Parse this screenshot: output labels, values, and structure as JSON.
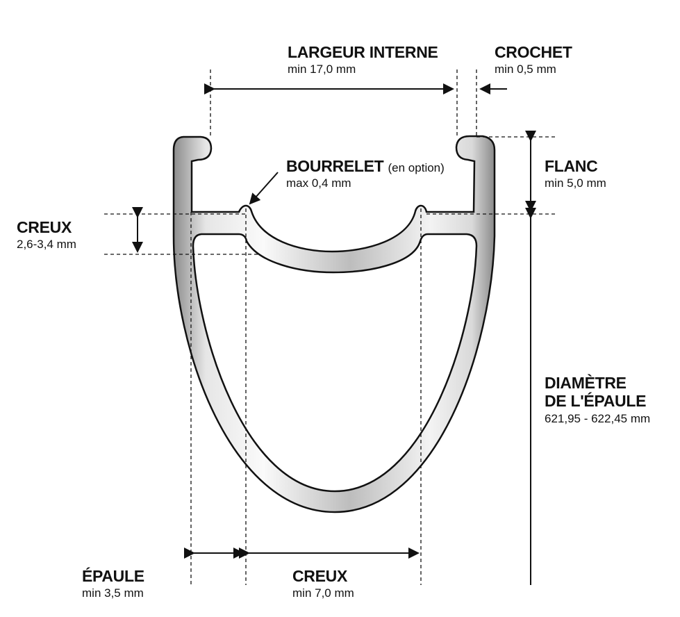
{
  "labels": {
    "largeur_interne": {
      "title": "LARGEUR INTERNE",
      "value": "min 17,0 mm"
    },
    "crochet": {
      "title": "CROCHET",
      "value": "min 0,5 mm"
    },
    "bourrelet": {
      "title": "BOURRELET",
      "note": "(en option)",
      "value": "max 0,4 mm"
    },
    "flanc": {
      "title": "FLANC",
      "value": "min 5,0 mm"
    },
    "creux_side": {
      "title": "CREUX",
      "value": "2,6-3,4 mm"
    },
    "diametre": {
      "title_line1": "DIAMÈTRE",
      "title_line2": "DE L'ÉPAULE",
      "value": "621,95 - 622,45 mm"
    },
    "epaule": {
      "title": "ÉPAULE",
      "value": "min 3,5 mm"
    },
    "creux_bottom": {
      "title": "CREUX",
      "value": "min 7,0 mm"
    }
  },
  "colors": {
    "ink": "#111111",
    "metal_light": "#f6f6f6",
    "metal_dark": "#8f8f8f"
  }
}
